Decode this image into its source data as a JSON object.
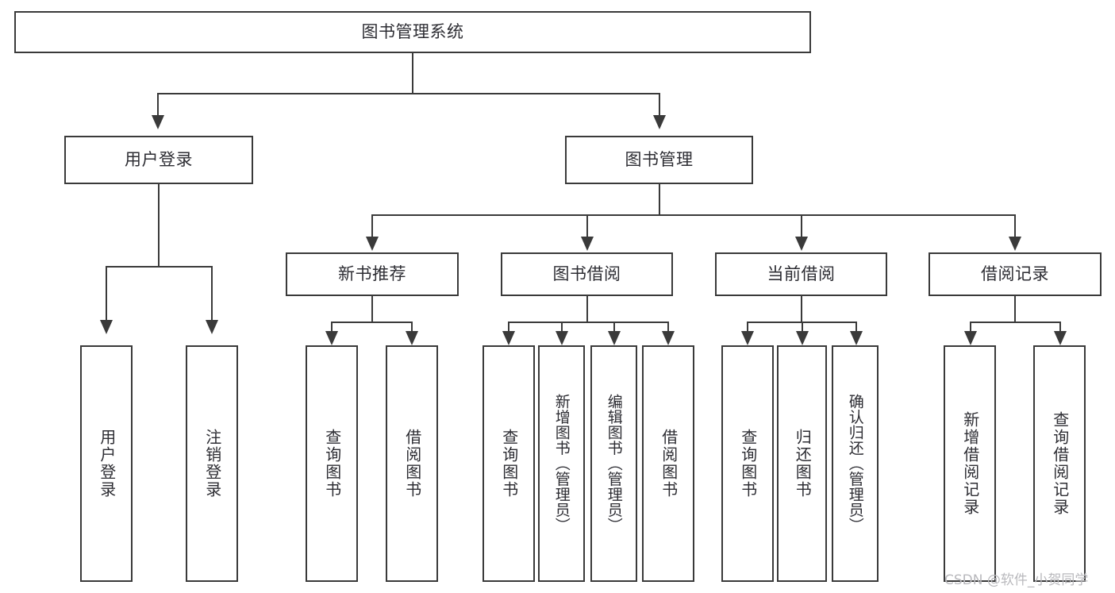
{
  "diagram": {
    "title": "图书管理系统",
    "type": "tree-hierarchy-chart",
    "root": {
      "label": "图书管理系统"
    },
    "level2": [
      {
        "label": "用户登录"
      },
      {
        "label": "图书管理"
      }
    ],
    "level3": [
      {
        "label": "新书推荐"
      },
      {
        "label": "图书借阅"
      },
      {
        "label": "当前借阅"
      },
      {
        "label": "借阅记录"
      }
    ],
    "leaves": {
      "user_login": [
        {
          "label": "用户登录"
        },
        {
          "label": "注销登录"
        }
      ],
      "new_book_recommend": [
        {
          "label": "查询图书"
        },
        {
          "label": "借阅图书"
        }
      ],
      "book_borrow": [
        {
          "label": "查询图书"
        },
        {
          "label": "新增图书（管理员）"
        },
        {
          "label": "编辑图书（管理员）"
        },
        {
          "label": "借阅图书"
        }
      ],
      "current_borrow": [
        {
          "label": "查询图书"
        },
        {
          "label": "归还图书"
        },
        {
          "label": "确认归还（管理员）"
        }
      ],
      "borrow_record": [
        {
          "label": "新增借阅记录"
        },
        {
          "label": "查询借阅记录"
        }
      ]
    }
  },
  "watermark": {
    "text": "CSDN @软件_小贺同学"
  },
  "colors": {
    "background": "#ffffff",
    "box_border": "#3a3a3a",
    "text": "#2d2d33",
    "connector": "#3a3a3a",
    "watermark": "#b9b9bd"
  }
}
